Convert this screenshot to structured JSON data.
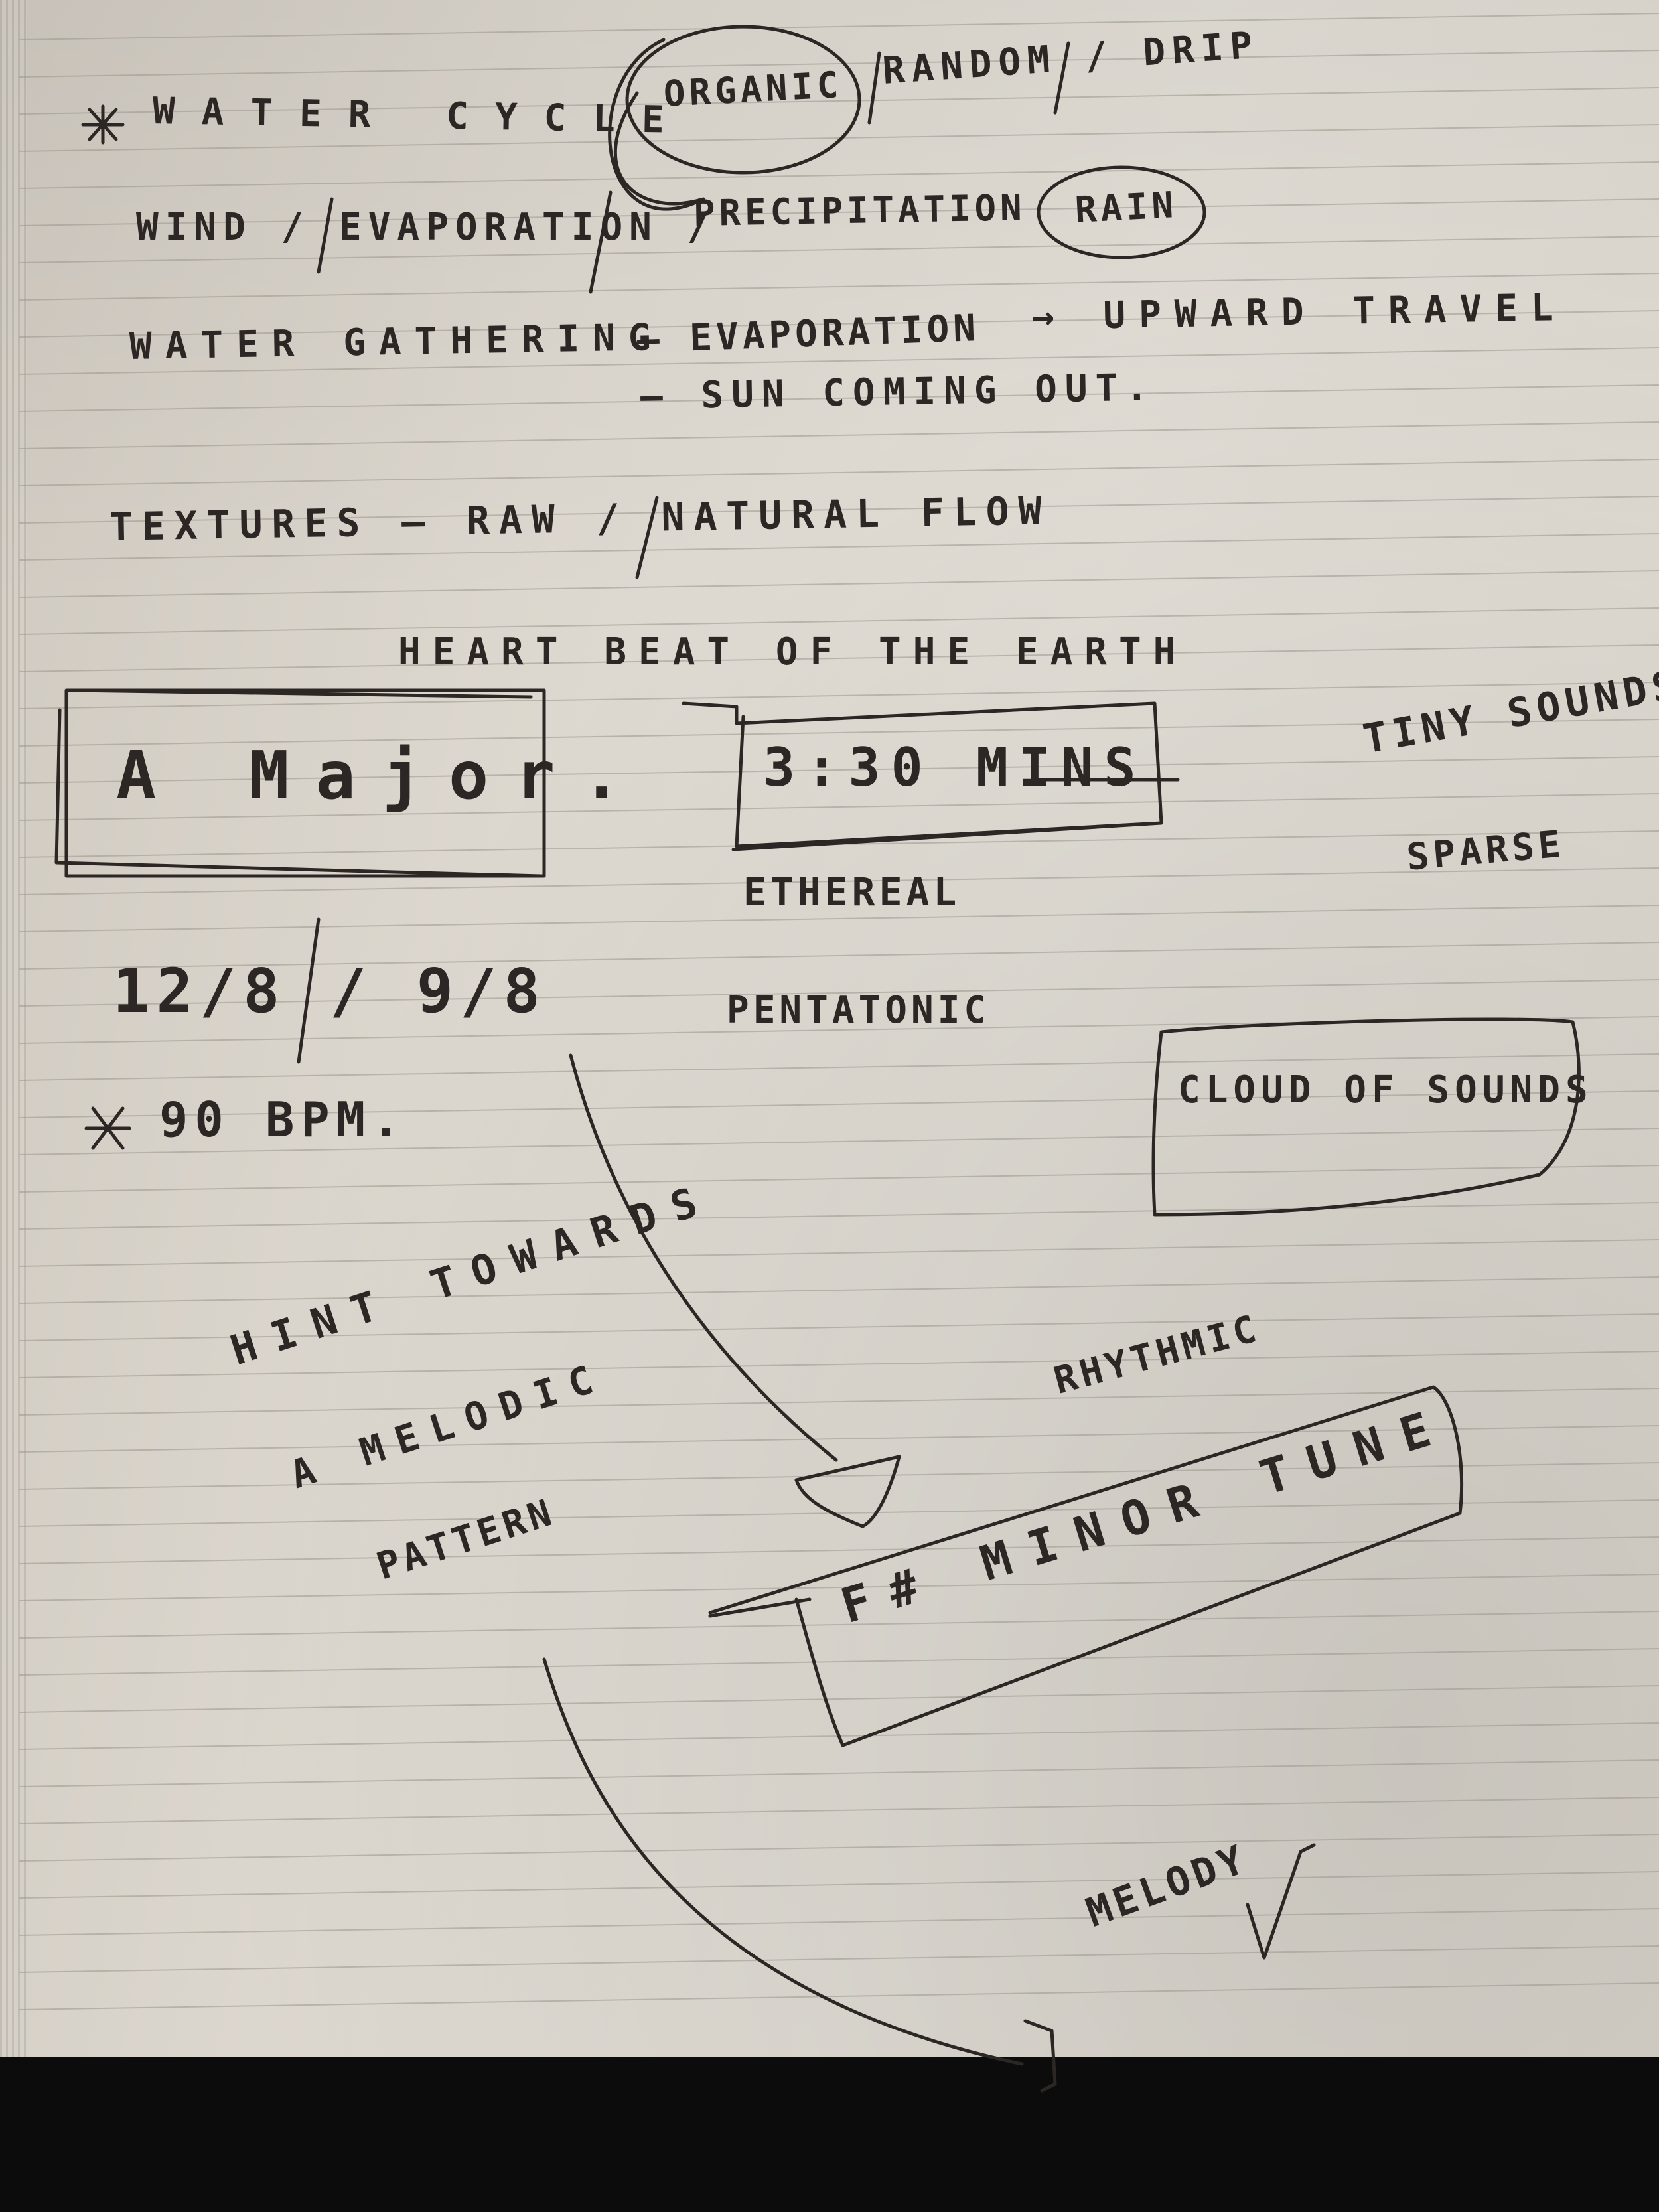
{
  "notes": {
    "water_cycle": "WATER CYCLE",
    "organic": "ORGANIC",
    "random_drip": "RANDOM / DRIP",
    "wind_evaporation": "WIND / EVAPORATION /",
    "precipitation": "PRECIPITATION",
    "rain": "RAIN",
    "water_gathering": "WATER GATHERING",
    "evaporation": "– EVAPORATION",
    "upward_travel": "→ UPWARD TRAVEL",
    "sun_coming_out": "– SUN COMING OUT.",
    "textures": "TEXTURES – RAW / NATURAL FLOW",
    "heartbeat": "HEART BEAT OF THE EARTH",
    "a_major": "A Major.",
    "duration": "3:30 MINS",
    "tiny_sounds": "TINY SOUNDS",
    "sparse": "SPARSE",
    "ethereal": "ETHEREAL",
    "time_signatures": "12/8 / 9/8",
    "bpm": "90 BPM.",
    "pentatonic": "PENTATONIC",
    "cloud_of_sounds": "CLOUD OF SOUNDS",
    "hint_towards": "HINT TOWARDS",
    "a_melodic": "A MELODIC",
    "pattern": "PATTERN",
    "rhythmic": "RHYTHMIC",
    "f_sharp_minor": "F# MINOR TUNE",
    "melody": "MELODY"
  }
}
